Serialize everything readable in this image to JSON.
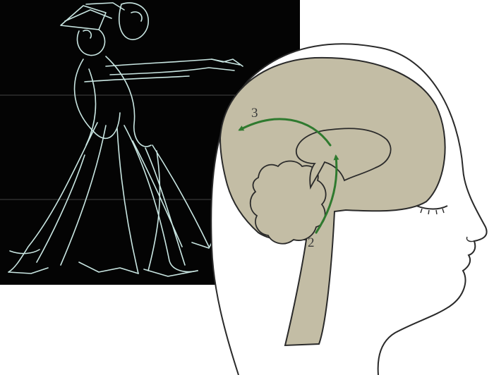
{
  "labels": {
    "pathway_lower": "2",
    "pathway_upper": "3"
  },
  "colors": {
    "panel_background": "#040404",
    "sketch_line": "#c9e6e2",
    "brain_fill": "#c3bda5",
    "outline": "#2a2a2a",
    "arrow": "#2f7a2f"
  },
  "icons": {
    "sketch": "dancing-couple-sketch",
    "head": "head-profile-outline",
    "brain": "brain-sagittal-section"
  }
}
